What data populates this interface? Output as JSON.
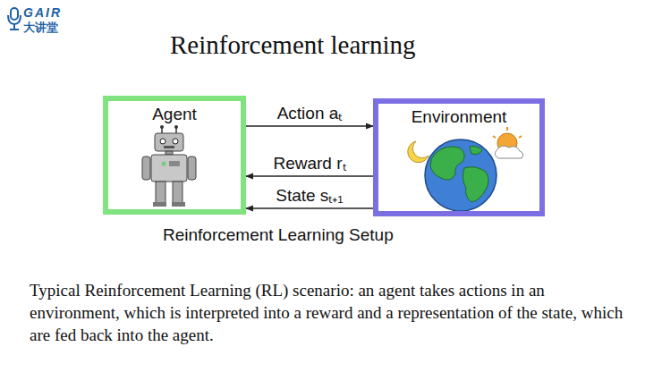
{
  "diagram": {
    "title": "Reinforcement learning",
    "caption": "Reinforcement Learning Setup",
    "nodes": [
      {
        "text": [
          "Agent"
        ]
      },
      {
        "text": [
          "Environment"
        ]
      }
    ],
    "edges": [
      {
        "from": 0,
        "to": 1,
        "label": "Action aₜ",
        "arrow": "to"
      },
      {
        "from": 1,
        "to": 0,
        "label": "Reward rₜ",
        "arrow": "to"
      },
      {
        "from": 1,
        "to": 0,
        "label": "State sₜ₊₁",
        "arrow": "to"
      }
    ],
    "labels": [
      "GAIR",
      "大讲堂",
      "Typical Reinforcement Learning (RL) scenario: an agent takes actions in an environment, which is interpreted into a reward and a representation of the state, which are fed back into the agent."
    ]
  }
}
